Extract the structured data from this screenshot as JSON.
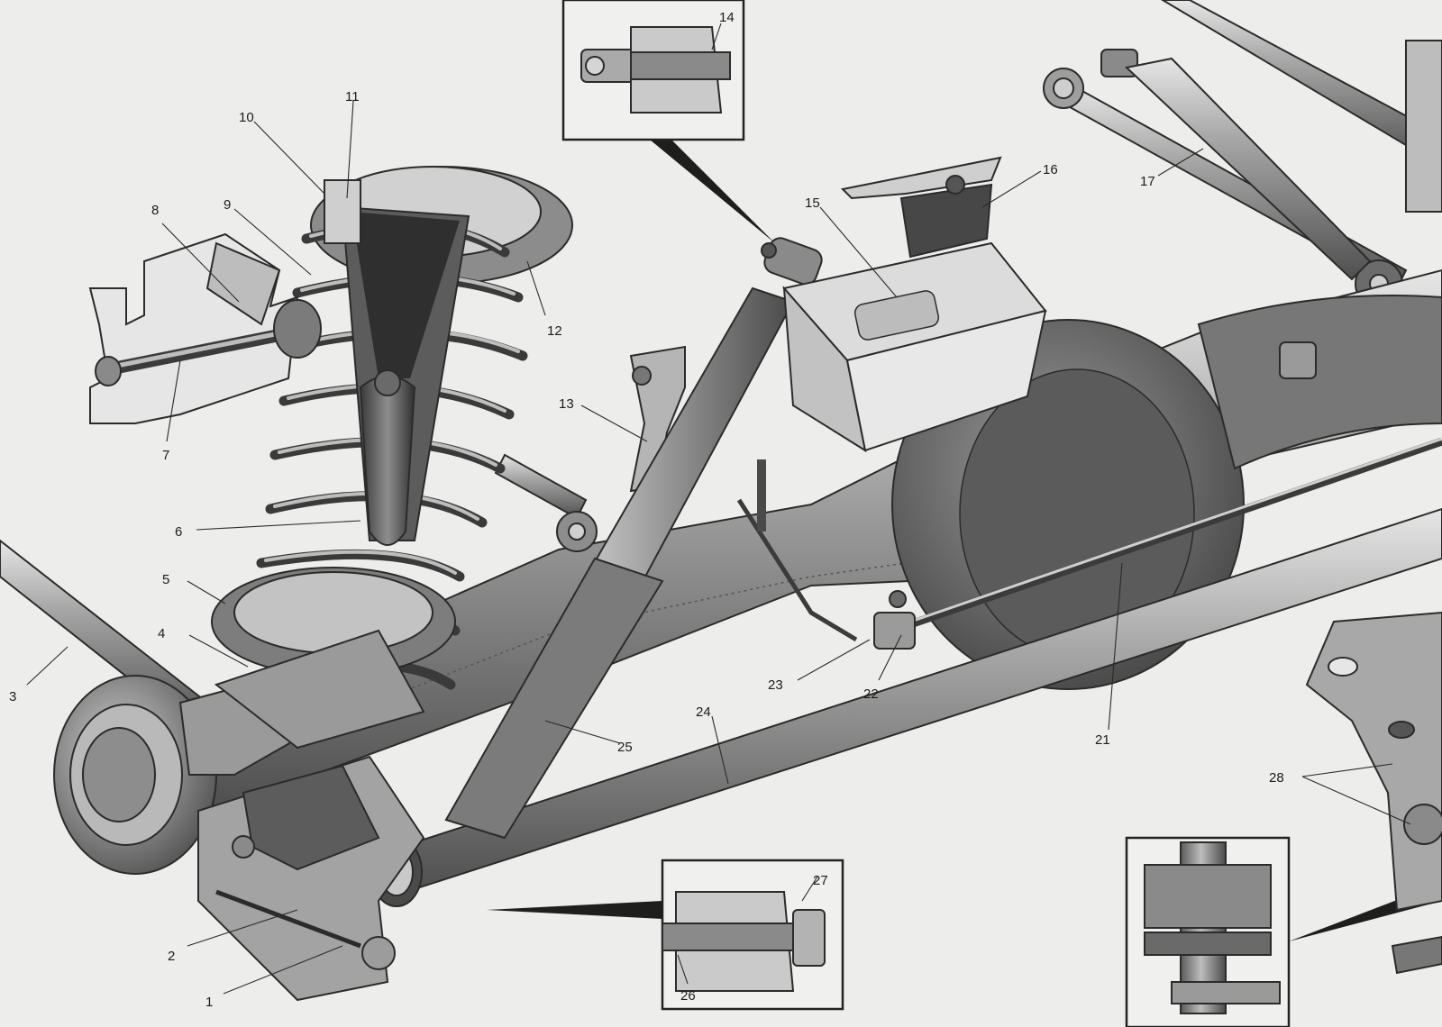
{
  "callouts": [
    {
      "id": "c1",
      "text": "1"
    },
    {
      "id": "c2",
      "text": "2"
    },
    {
      "id": "c3",
      "text": "3"
    },
    {
      "id": "c4",
      "text": "4"
    },
    {
      "id": "c5",
      "text": "5"
    },
    {
      "id": "c6",
      "text": "6"
    },
    {
      "id": "c7",
      "text": "7"
    },
    {
      "id": "c8",
      "text": "8"
    },
    {
      "id": "c9",
      "text": "9"
    },
    {
      "id": "c10",
      "text": "10"
    },
    {
      "id": "c11",
      "text": "11"
    },
    {
      "id": "c12",
      "text": "12"
    },
    {
      "id": "c13",
      "text": "13"
    },
    {
      "id": "c14",
      "text": "14"
    },
    {
      "id": "c15",
      "text": "15"
    },
    {
      "id": "c16",
      "text": "16"
    },
    {
      "id": "c17",
      "text": "17"
    },
    {
      "id": "c21",
      "text": "21"
    },
    {
      "id": "c22",
      "text": "22"
    },
    {
      "id": "c23",
      "text": "23"
    },
    {
      "id": "c24",
      "text": "24"
    },
    {
      "id": "c25",
      "text": "25"
    },
    {
      "id": "c26",
      "text": "26"
    },
    {
      "id": "c27",
      "text": "27"
    },
    {
      "id": "c28",
      "text": "28"
    }
  ]
}
